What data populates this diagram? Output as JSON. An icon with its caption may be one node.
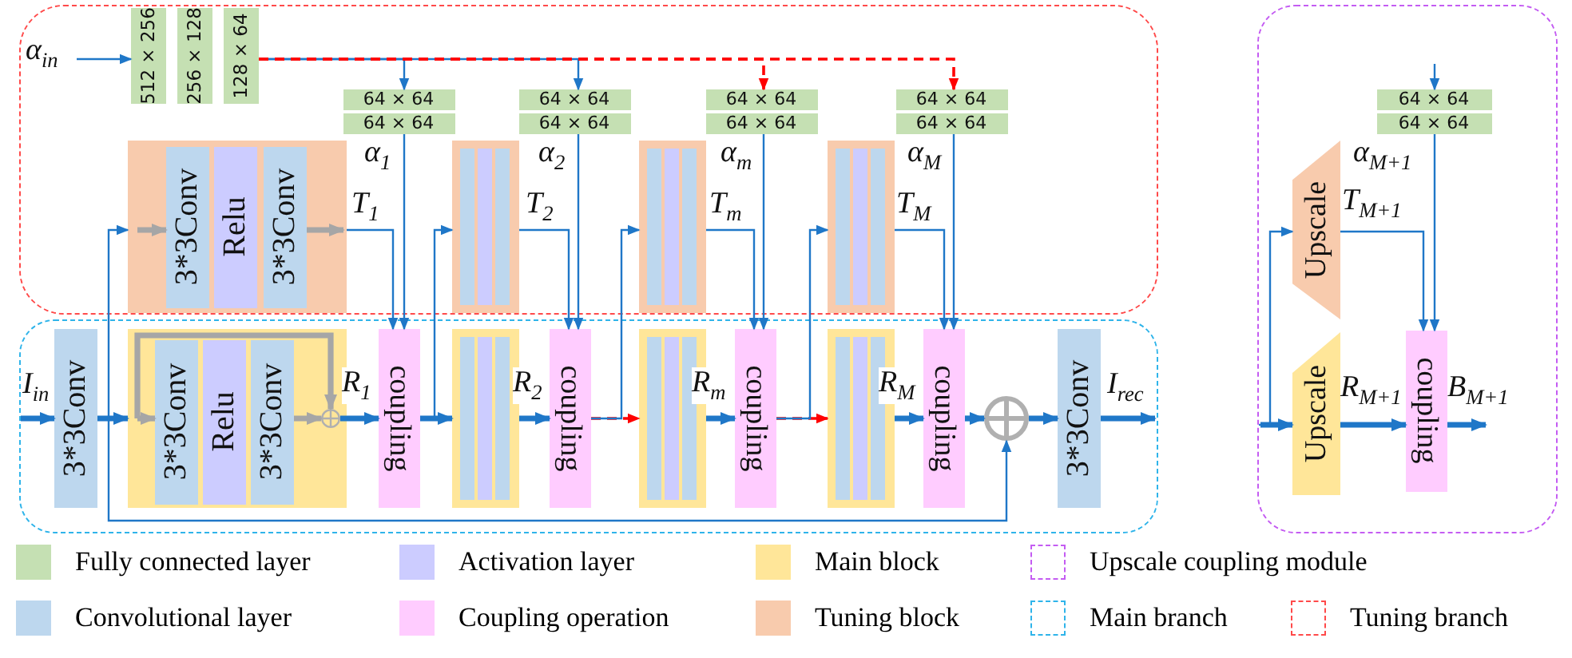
{
  "diagram": {
    "nodes": [
      {
        "text": [],
        "shape": "box"
      },
      {
        "text": [],
        "shape": "box"
      },
      {
        "text": [],
        "shape": "box"
      },
      {
        "text": [
          "512 × 256"
        ],
        "in": 0
      },
      {
        "text": [
          "256 × 128"
        ],
        "in": 0
      },
      {
        "text": [
          "128 × 64"
        ],
        "in": 0
      },
      {
        "text": [
          "64 × 64"
        ],
        "in": 0
      },
      {
        "text": [
          "64 × 64"
        ],
        "in": 0
      },
      {
        "text": [
          "64 × 64"
        ],
        "in": 0
      },
      {
        "text": [
          "64 × 64"
        ],
        "in": 0
      },
      {
        "text": [
          "64 × 64"
        ],
        "in": 0
      },
      {
        "text": [
          "64 × 64"
        ],
        "in": 0
      },
      {
        "text": [
          "64 × 64"
        ],
        "in": 0
      },
      {
        "text": [
          "64 × 64"
        ],
        "in": 0
      },
      {
        "text": [],
        "shape": "box",
        "in": 0
      },
      {
        "text": [
          "3*3Conv"
        ],
        "in": 14
      },
      {
        "text": [
          "Relu"
        ],
        "in": 14
      },
      {
        "text": [
          "3*3Conv"
        ],
        "in": 14
      },
      {
        "text": [],
        "shape": "box",
        "in": 0
      },
      {
        "text": [],
        "shape": "bar",
        "in": 18
      },
      {
        "text": [],
        "shape": "bar",
        "in": 18
      },
      {
        "text": [],
        "shape": "bar",
        "in": 18
      },
      {
        "text": [],
        "shape": "box",
        "in": 0
      },
      {
        "text": [],
        "shape": "bar",
        "in": 22
      },
      {
        "text": [],
        "shape": "bar",
        "in": 22
      },
      {
        "text": [],
        "shape": "bar",
        "in": 22
      },
      {
        "text": [],
        "shape": "box",
        "in": 0
      },
      {
        "text": [],
        "shape": "bar",
        "in": 26
      },
      {
        "text": [],
        "shape": "bar",
        "in": 26
      },
      {
        "text": [],
        "shape": "bar",
        "in": 26
      },
      {
        "text": [
          "3*3Conv"
        ],
        "in": 1
      },
      {
        "text": [],
        "shape": "box",
        "in": 1
      },
      {
        "text": [
          "3*3Conv"
        ],
        "in": 31
      },
      {
        "text": [
          "Relu"
        ],
        "in": 31
      },
      {
        "text": [
          "3*3Conv"
        ],
        "in": 31
      },
      {
        "text": [],
        "shape": "circle",
        "in": 31
      },
      {
        "text": [
          "coupling"
        ],
        "in": 1
      },
      {
        "text": [],
        "shape": "box",
        "in": 1
      },
      {
        "text": [],
        "shape": "bar",
        "in": 37
      },
      {
        "text": [],
        "shape": "bar",
        "in": 37
      },
      {
        "text": [],
        "shape": "bar",
        "in": 37
      },
      {
        "text": [
          "coupling"
        ],
        "in": 1
      },
      {
        "text": [],
        "shape": "box",
        "in": 1
      },
      {
        "text": [],
        "shape": "bar",
        "in": 42
      },
      {
        "text": [],
        "shape": "bar",
        "in": 42
      },
      {
        "text": [],
        "shape": "bar",
        "in": 42
      },
      {
        "text": [
          "coupling"
        ],
        "in": 1
      },
      {
        "text": [],
        "shape": "box",
        "in": 1
      },
      {
        "text": [],
        "shape": "bar",
        "in": 47
      },
      {
        "text": [],
        "shape": "bar",
        "in": 47
      },
      {
        "text": [],
        "shape": "bar",
        "in": 47
      },
      {
        "text": [
          "coupling"
        ],
        "in": 1
      },
      {
        "text": [],
        "shape": "circle",
        "in": 1
      },
      {
        "text": [
          "3*3Conv"
        ],
        "in": 1
      },
      {
        "text": [
          "64 × 64"
        ],
        "in": 2
      },
      {
        "text": [
          "64 × 64"
        ],
        "in": 2
      },
      {
        "text": [
          "Upscale"
        ],
        "in": 2
      },
      {
        "text": [
          "Upscale"
        ],
        "in": 2
      },
      {
        "text": [
          "coupling"
        ],
        "in": 2
      }
    ],
    "edges": [
      {
        "from": null,
        "to": 3,
        "arrow": "to",
        "label": "α$_{in}$"
      },
      {
        "from": 5,
        "to": 6,
        "arrow": "to"
      },
      {
        "from": 5,
        "to": 8,
        "arrow": "to"
      },
      {
        "from": 5,
        "to": 10,
        "arrow": "to",
        "style": "dashed",
        "color": "#ff0000"
      },
      {
        "from": 5,
        "to": 12,
        "arrow": "to",
        "style": "dashed",
        "color": "#ff0000"
      },
      {
        "from": 7,
        "to": 36,
        "arrow": "to",
        "label": "α$_{1}$"
      },
      {
        "from": 9,
        "to": 41,
        "arrow": "to",
        "label": "α$_{2}$"
      },
      {
        "from": 11,
        "to": 46,
        "arrow": "to",
        "label": "α$_{m}$"
      },
      {
        "from": 13,
        "to": 51,
        "arrow": "to",
        "label": "α$_{M}$"
      },
      {
        "from": 14,
        "to": 36,
        "arrow": "to",
        "label": "T$_{1}$"
      },
      {
        "from": 18,
        "to": 41,
        "arrow": "to",
        "label": "T$_{2}$"
      },
      {
        "from": 22,
        "to": 46,
        "arrow": "to",
        "label": "T$_{m}$"
      },
      {
        "from": 26,
        "to": 51,
        "arrow": "to",
        "label": "T$_{M}$"
      },
      {
        "from": null,
        "to": 30,
        "arrow": "to",
        "label": "I$_{in}$",
        "style": "thick"
      },
      {
        "from": 30,
        "to": 31,
        "arrow": "to",
        "style": "thick"
      },
      {
        "from": 30,
        "to": 14,
        "arrow": "to"
      },
      {
        "from": 30,
        "to": 52,
        "arrow": "to"
      },
      {
        "from": 35,
        "to": 36,
        "arrow": "to",
        "label": "R$_{1}$",
        "style": "thick"
      },
      {
        "from": 36,
        "to": 37,
        "arrow": "to",
        "style": "thick"
      },
      {
        "from": 36,
        "to": 18,
        "arrow": "to"
      },
      {
        "from": 37,
        "to": 41,
        "arrow": "to",
        "label": "R$_{2}$",
        "style": "thick"
      },
      {
        "from": 41,
        "to": 42,
        "arrow": "to",
        "style": "dashed",
        "color": "#ff0000"
      },
      {
        "from": 41,
        "to": 22,
        "arrow": "to"
      },
      {
        "from": 42,
        "to": 46,
        "arrow": "to",
        "label": "R$_{m}$",
        "style": "thick"
      },
      {
        "from": 46,
        "to": 47,
        "arrow": "to",
        "style": "dashed",
        "color": "#ff0000"
      },
      {
        "from": 46,
        "to": 26,
        "arrow": "to"
      },
      {
        "from": 47,
        "to": 51,
        "arrow": "to",
        "label": "R$_{M}$",
        "style": "thick"
      },
      {
        "from": 51,
        "to": 52,
        "arrow": "to",
        "style": "thick"
      },
      {
        "from": 52,
        "to": 53,
        "arrow": "to",
        "style": "thick"
      },
      {
        "from": 53,
        "to": null,
        "arrow": "to",
        "label": "I$_{rec}$",
        "style": "thick"
      },
      {
        "from": null,
        "to": 54,
        "arrow": "to"
      },
      {
        "from": 55,
        "to": 58,
        "arrow": "to",
        "label": "α$_{M+1}$"
      },
      {
        "from": 56,
        "to": 58,
        "arrow": "to",
        "label": "T$_{M+1}$"
      },
      {
        "from": null,
        "to": 57,
        "arrow": "to",
        "style": "thick"
      },
      {
        "from": null,
        "to": 56,
        "arrow": "to"
      },
      {
        "from": 57,
        "to": 58,
        "arrow": "to",
        "label": "R$_{M+1}$",
        "style": "thick"
      },
      {
        "from": 58,
        "to": null,
        "arrow": "to",
        "label": "B$_{M+1}$",
        "style": "thick"
      },
      {
        "from": null,
        "to": 15,
        "arrow": "to",
        "style": "thick",
        "color": "#a6a6a6"
      },
      {
        "from": 17,
        "to": null,
        "arrow": "to",
        "style": "thick",
        "color": "#a6a6a6"
      },
      {
        "from": null,
        "to": 32,
        "arrow": "to",
        "style": "thick",
        "color": "#a6a6a6"
      },
      {
        "from": 34,
        "to": 35,
        "arrow": "to",
        "style": "thick",
        "color": "#a6a6a6"
      },
      {
        "from": null,
        "to": 35,
        "arrow": "to",
        "style": "thick",
        "color": "#a6a6a6"
      }
    ],
    "legend": [
      {
        "text": "Fully connected layer",
        "color": "#c5e0b3"
      },
      {
        "text": "Activation layer",
        "color": "#ccccff"
      },
      {
        "text": "Main block",
        "color": "#ffe699"
      },
      {
        "text": "Upscale coupling module"
      },
      {
        "text": "Convolutional layer",
        "color": "#bdd7ee"
      },
      {
        "text": "Coupling operation",
        "color": "#ffccff"
      },
      {
        "text": "Tuning block",
        "color": "#f8cbad"
      },
      {
        "text": "Main branch"
      },
      {
        "text": "Tuning branch"
      }
    ]
  }
}
